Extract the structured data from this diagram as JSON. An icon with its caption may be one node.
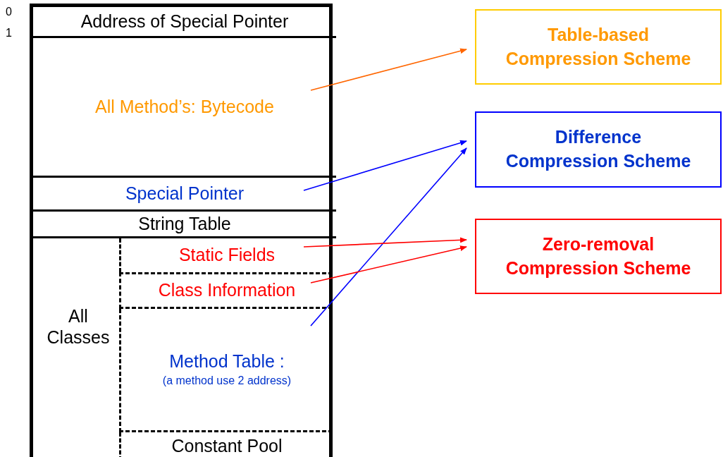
{
  "diagram": {
    "nodes": [
      {
        "text": [],
        "shape": "box"
      },
      {
        "text": [
          "Address of Special Pointer"
        ],
        "in": 0
      },
      {
        "text": [
          "All Method’s: Bytecode"
        ],
        "in": 0
      },
      {
        "text": [
          "Special Pointer"
        ],
        "in": 0
      },
      {
        "text": [
          "String Table"
        ],
        "in": 0
      },
      {
        "text": [
          "All Classes"
        ],
        "in": 0
      },
      {
        "text": [
          "Static Fields"
        ],
        "in": 5
      },
      {
        "text": [
          "Class Information"
        ],
        "in": 5
      },
      {
        "text": [
          "Method Table :",
          "(a method use 2 address)"
        ],
        "in": 5
      },
      {
        "text": [
          "Constant Pool"
        ],
        "in": 5
      },
      {
        "text": [
          "Table-based Compression Scheme"
        ]
      },
      {
        "text": [
          "Difference Compression Scheme"
        ]
      },
      {
        "text": [
          "Zero-removal Compression Scheme"
        ]
      }
    ],
    "edges": [
      {
        "from": 2,
        "to": 10,
        "arrow": "to",
        "color": "#ff6600"
      },
      {
        "from": 3,
        "to": 11,
        "arrow": "to",
        "color": "#0000ff"
      },
      {
        "from": 8,
        "to": 11,
        "arrow": "to",
        "color": "#0000ff"
      },
      {
        "from": 6,
        "to": 12,
        "arrow": "to",
        "color": "#ff0000"
      },
      {
        "from": 7,
        "to": 12,
        "arrow": "to",
        "color": "#ff0000"
      }
    ],
    "labels": [
      "0",
      "1"
    ]
  }
}
